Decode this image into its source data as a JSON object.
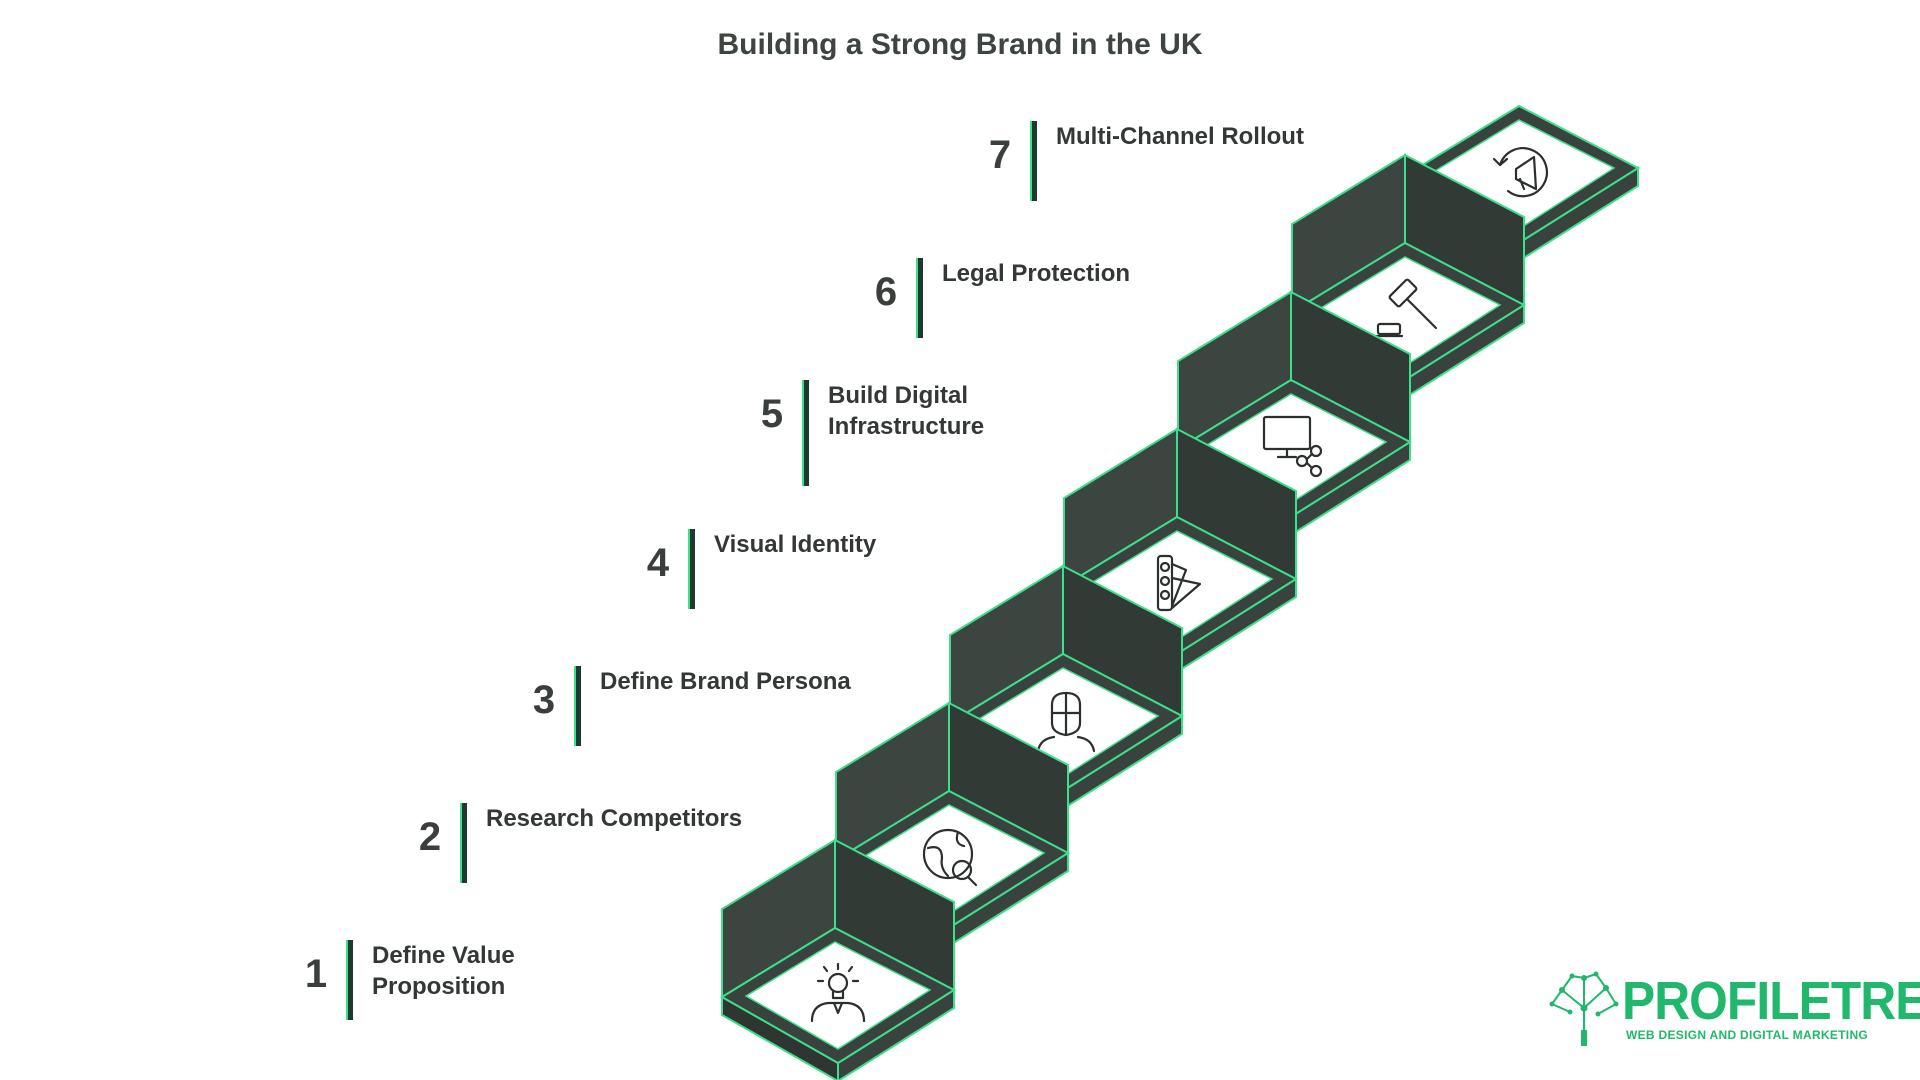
{
  "title": "Building a Strong Brand in the UK",
  "colors": {
    "accent": "#3be08a",
    "step_dark": "#3a423d",
    "step_face": "#ffffff",
    "text": "#333836"
  },
  "steps": [
    {
      "number": "1",
      "label": "Define Value Proposition",
      "icon": "lightbulb-person-icon"
    },
    {
      "number": "2",
      "label": "Research Competitors",
      "icon": "globe-search-icon"
    },
    {
      "number": "3",
      "label": "Define Brand Persona",
      "icon": "person-target-icon"
    },
    {
      "number": "4",
      "label": "Visual Identity",
      "icon": "color-palette-icon"
    },
    {
      "number": "5",
      "label": "Build Digital Infrastructure",
      "icon": "monitor-network-icon"
    },
    {
      "number": "6",
      "label": "Legal Protection",
      "icon": "gavel-icon"
    },
    {
      "number": "7",
      "label": "Multi-Channel Rollout",
      "icon": "megaphone-cycle-icon"
    }
  ],
  "logo": {
    "name": "PROFILETREE",
    "tagline": "WEB DESIGN AND DIGITAL MARKETING"
  }
}
